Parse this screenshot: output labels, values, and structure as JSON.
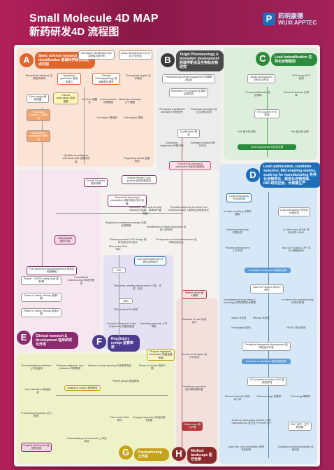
{
  "header": {
    "title": "Small Molecule 4D MAP",
    "subtitle": "新药研发4D 流程图",
    "logo_cn": "药明康德",
    "logo_en": "WUXI APPTEC",
    "logo_mark": "P"
  },
  "sections": {
    "A": {
      "letter": "A",
      "label": "Basic science research & target identification 基础科学研究和靶点识别",
      "color": "#e0662e"
    },
    "B": {
      "letter": "B",
      "label": "Target Pharmacology & biomarker development 药理学靶点及生物标志物研究",
      "color": "#4a4a4a"
    },
    "C": {
      "letter": "C",
      "label": "Lead Indentification 先导化合物鉴别",
      "color": "#2e8b3e"
    },
    "D": {
      "letter": "D",
      "label": "Lead optimization, candidate selection, IND-enabling studies, scale-up for manufacturing 先导化合物优化、候选化合物选择、IND-研究应用、大规模生产",
      "color": "#1f6fb8"
    },
    "E": {
      "letter": "E",
      "label": "Clinical research & development 临床研究与开发",
      "color": "#8b2a6e"
    },
    "F": {
      "letter": "F",
      "label": "Regulatory review 监管审核",
      "color": "#4b3c8f"
    },
    "G": {
      "letter": "G",
      "label": "Postmarketing 上市后",
      "color": "#c5a21a"
    },
    "H": {
      "letter": "H",
      "label": "Medical landscape 医疗全景",
      "color": "#8b2a2a"
    }
  },
  "nodes": {
    "n01": "Biomarker identification (B) 生物标志物识别",
    "n02": "Assay development (C) 分析方法开发",
    "n03": "Biomedical reference 生物医学参考",
    "n04": "Hypothesis generation 假说的建立",
    "n05": "Disease Pathophysiology 疾病病理生理学",
    "n06": "Therapeutic targets 治疗靶点",
    "n07": "Cell lines 细胞系",
    "n08": "Animal models 动物模型",
    "n09": "Molecular pathways 分子通路",
    "n10": "Genotypes 基因型",
    "n11": "Phenotypes 表型",
    "n12": "Case mining 病例挖掘",
    "n13": "Clinical observation 临床观察",
    "n14": "Population research 人群研究",
    "n15": "Researcher/ investigator 研究者",
    "n16": "Qualified investigators and study staff 合格研究者",
    "n17": "Regulatory bodies 监管机构",
    "n18": "Pharmacologic target engagement 药理靶点结合",
    "n19": "Biomarker/ PD program 生物标志物项目",
    "n20": "PD signals & predictive biomarker 药效信号",
    "n21": "Response biomarker 反应生物标志物",
    "n22": "Qualification 验证",
    "n23": "Companion diagnostics 伴随诊断",
    "n24": "Surrogate endpoint 替代终点",
    "n25": "Assay development 分析方法开发",
    "n26": "HTS assay HTS 检测",
    "n27": "Compound libraries 化合物库",
    "n28": "Chemical libraries 化学库",
    "n29": "HTS system HTS 系统",
    "n30": "Hits 苗头化合物",
    "n31": "Hits 苗头化合物",
    "n32": "Lead compounds 先导化合物",
    "n33": "Clinical trial planning & preparation 临床试验规划",
    "n34": "Natural history & risk profiles 自然史和风险",
    "n35": "Clinical Domains 临床领域",
    "n36": "Clinical trial planning & preparation 临床试验计划与准备",
    "n37": "Outcomes, rates and severity measures 结局、频率和严重程度",
    "n38": "Population aspects & events from existing therapy 人群特征及现有治疗",
    "n39": "Regulatory compliance strategy 法规合规策略",
    "n40": "Identification of target population 目标人群识别",
    "n41": "Clinical proposal & IND design 临床方案与IND设计",
    "n42": "Therapeutic and clinical endpoints 治疗和临床终点",
    "n43": "IND",
    "n44": "FDA review FDA 审评",
    "n45": "Lead optimization (D) 先导化合物优化",
    "n46": "Reporting, meeting assessments 汇报、评估、会议",
    "n47": "NDA",
    "n48": "FDA review FDA 审评",
    "n49": "Complete Response Letter (Rejection) 完整回复函",
    "n50": "Marketing approval 上市审批",
    "n51": "Post-approval pharmacovigilance 批准后药物警戒",
    "n52": "Phase I : PK/PD safety dose 临床I期",
    "n53": "Phase II: safety, efficacy 临床II期",
    "n54": "Phase III: safety, efficacy 临床III期",
    "n55": "Clinical trials 临床试验",
    "n56": "Translational pharmacology 转化药理学",
    "n57": "Prepare regulatory submission 准备监管申报",
    "n58": "Standard of care 标准治疗",
    "n59": "Access to therapies 治疗可及性",
    "n60": "Patient needs 病人需求",
    "n61": "Patient care 病人护理",
    "n62": "Lead compounds 先导化合物",
    "n63": "In silico modeling 计算机模拟",
    "n64": "Lead optimization 先导化合物优化",
    "n65": "Medicinal chemistry 药物化学",
    "n66": "In vitro/in vivo ADME 体外/体内 ADME",
    "n67": "Process development 工艺开发",
    "n68": "Non-GLP toxicity & PK 非GLP毒理及PK",
    "n69": "Candidate compounds 候选化合物",
    "n70": "Non-GLP studies 非GLP研究",
    "n71": "Investigational drug safety & toxicology 研究药物安全毒理",
    "n72": "In vitro/in vivo pharmacology 体内外药理",
    "n73": "Safety 安全性",
    "n74": "Efficacy 有效性",
    "n75": "Formulation 制剂",
    "n76": "PK/PD 药代/药效",
    "n77": "Preclinical therapeutic development 临床前治疗开发",
    "n78": "Selection of candidate 候选药物选择",
    "n79": "GLP preclinical studies GLP 临床前研究",
    "n80": "Pharmacokinetics 药代动力学",
    "n81": "Pharmacology 药理学",
    "n82": "Toxicology 毒理学",
    "n83": "Scale-up, technology transfer, GMP manufacturing 放大生产与GMP生产",
    "n84": "CMC 化学、生产和控制",
    "n85": "Label (IB), drug formulation 说明书及制剂",
    "n86": "Sustained product availability 持续供应",
    "n87": "Postmarketing surveillance 上市后监测",
    "n88": "Pharmacovigilance, new indication 药物警戒",
    "n89": "Adverse events reporting 不良事件报告",
    "n90": "Phase IV studies 临床IV期",
    "n91": "New indications 新适应症",
    "n92": "Additional studies 其他研究",
    "n93": "FDA review FDA 审评",
    "n94": "Changed drug label 药品说明书变更",
    "n95": "Postmarketing commitments 上市后承诺",
    "n96": "Hospital pharmacists 医院药剂师",
    "n97": "Prescribing physicians 处方医师",
    "n98": "Patient groups 患者群体",
    "n99": "Healthcare providers 医疗服务提供者"
  }
}
